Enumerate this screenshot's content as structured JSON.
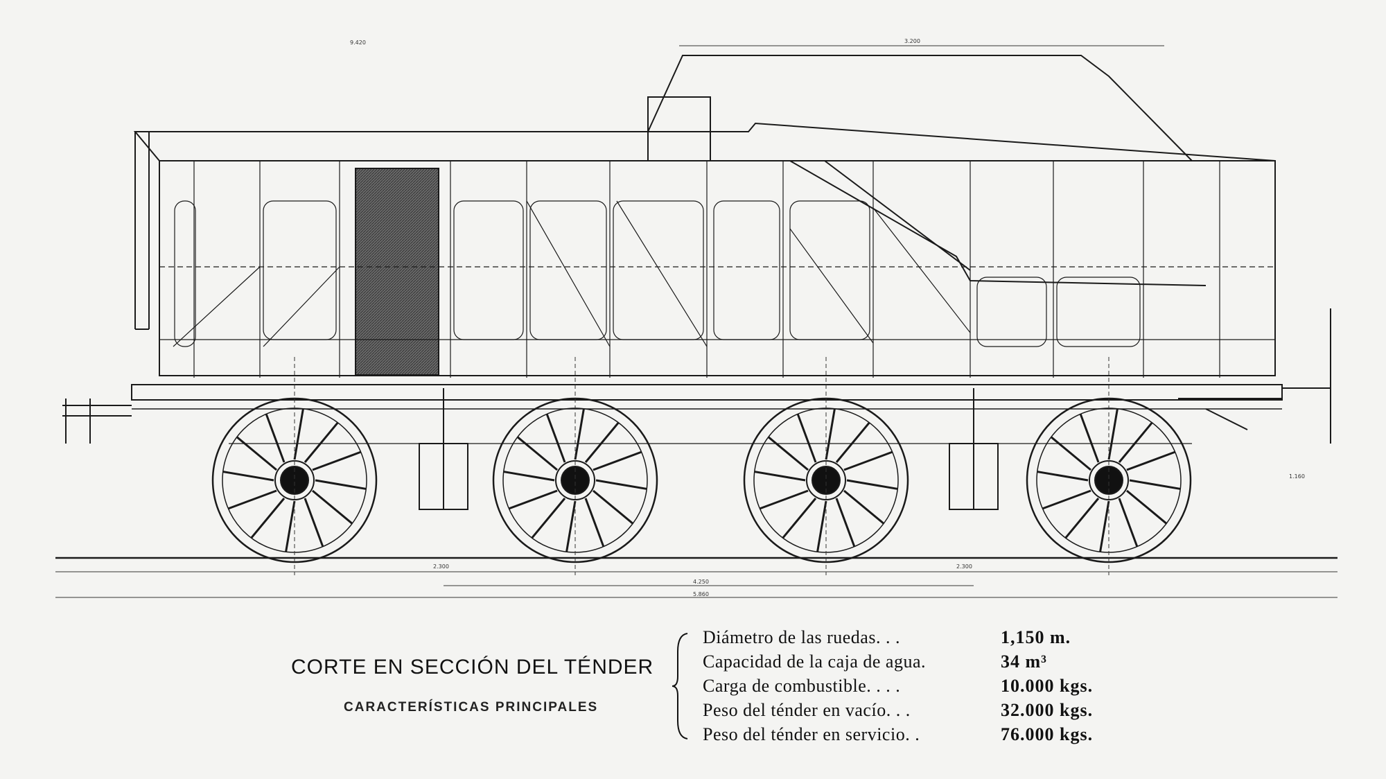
{
  "caption": {
    "title": "CORTE EN SECCIÓN DEL TÉNDER",
    "subtitle": "CARACTERÍSTICAS PRINCIPALES"
  },
  "specs": [
    {
      "label": "Diámetro de las ruedas. . .",
      "value": "1,150 m."
    },
    {
      "label": "Capacidad de la caja de agua.",
      "value": "34 m³"
    },
    {
      "label": "Carga de combustible. . . .",
      "value": "10.000 kgs."
    },
    {
      "label": "Peso del ténder en vacío. . .",
      "value": "32.000 kgs."
    },
    {
      "label": "Peso del ténder en servicio. .",
      "value": "76.000 kgs."
    }
  ],
  "dimensions": {
    "overall_length": "9.420",
    "wheelbase_total": "4.250",
    "base_length": "5.860",
    "span_a": "2.300",
    "span_b": "2.300",
    "tank_height": "1.160",
    "coal_width": "3.200"
  },
  "colors": {
    "line": "#1a1a1a",
    "paper": "#f4f4f2",
    "hatch": "#555555"
  }
}
